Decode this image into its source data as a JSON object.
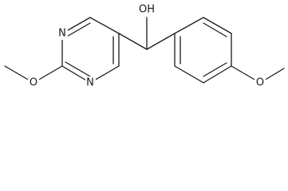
{
  "molecule": {
    "atoms": {
      "hydroxyl": "OH",
      "n_upper": "N",
      "n_lower": "N",
      "o_left": "O",
      "o_right": "O"
    }
  }
}
